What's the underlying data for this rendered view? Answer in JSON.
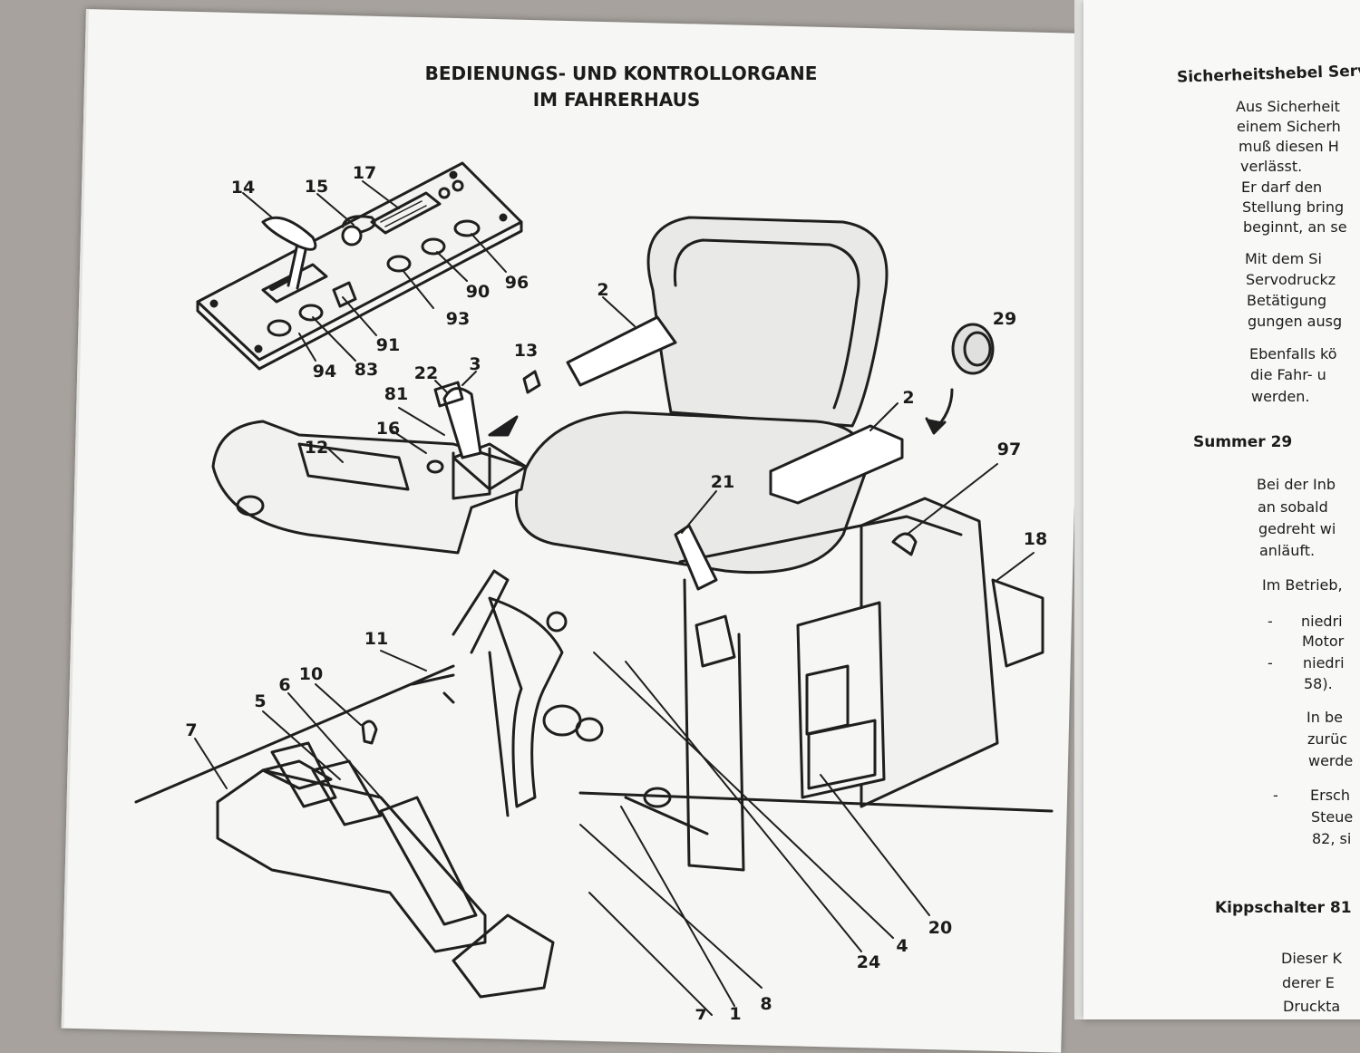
{
  "left_page": {
    "title_line1": "BEDIENUNGS- UND KONTROLLORGANE",
    "title_line2": "IM FAHRERHAUS",
    "callouts": {
      "c14": "14",
      "c15": "15",
      "c17": "17",
      "c96": "96",
      "c90": "90",
      "c93": "93",
      "c91": "91",
      "c94": "94",
      "c83": "83",
      "c22": "22",
      "c3": "3",
      "c13": "13",
      "c81": "81",
      "c12": "12",
      "c16": "16",
      "c2a": "2",
      "c2b": "2",
      "c29": "29",
      "c97": "97",
      "c21": "21",
      "c18": "18",
      "c11": "11",
      "c10": "10",
      "c6": "6",
      "c5": "5",
      "c7a": "7",
      "c20": "20",
      "c4": "4",
      "c24": "24",
      "c8": "8",
      "c1": "1",
      "c7b": "7"
    }
  },
  "right_page": {
    "lines": [
      "Sicherheitshebel Serv",
      "Aus Sicherheit",
      "einem Sicherh",
      "muß diesen H",
      "verlässt.",
      "Er darf den",
      "Stellung bring",
      "beginnt, an se",
      "Mit dem Si",
      "Servodruckz",
      "Betätigung",
      "gungen ausg",
      "Ebenfalls kö",
      "die Fahr- u",
      "werden.",
      "Summer 29",
      "Bei der Inb",
      "an sobald",
      "gedreht wi",
      "anläuft.",
      "Im Betrieb,",
      "-",
      "niedri",
      "Motor",
      "-",
      "niedri",
      "58).",
      "In be",
      "zurüc",
      "werde",
      "-",
      "Ersch",
      "Steue",
      "82, si",
      "Kippschalter 81",
      "Dieser K",
      "derer E",
      "Druckta"
    ]
  }
}
